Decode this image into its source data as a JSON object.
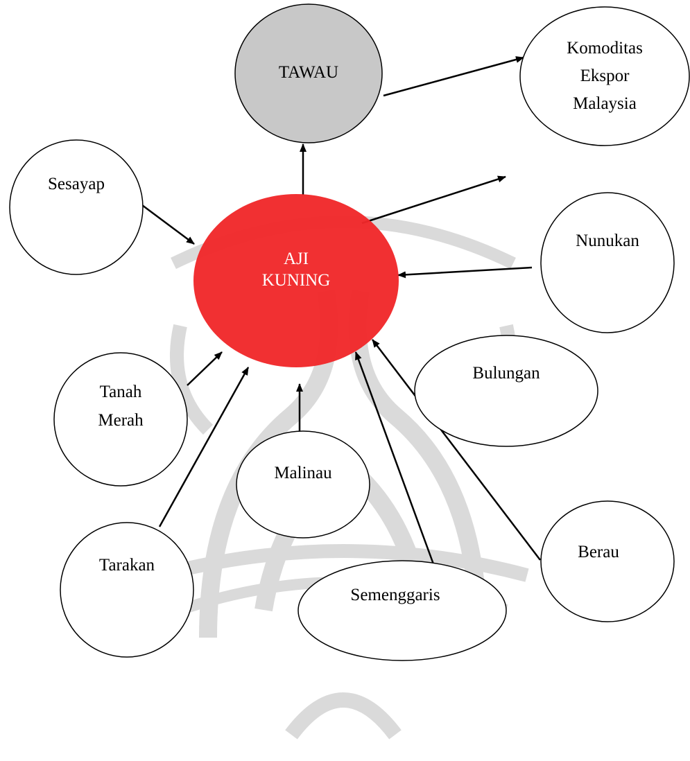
{
  "diagram": {
    "colors": {
      "center_fill": "#f0282a",
      "tawau_fill": "#c8c8c8",
      "line": "#000000",
      "watermark": "#cdcdcd"
    },
    "center": {
      "line1": "AJI",
      "line2": "KUNING"
    },
    "nodes": {
      "tawau": "TAWAU",
      "komoditas": [
        "Komoditas",
        "Ekspor",
        "Malaysia"
      ],
      "sesayap": "Sesayap",
      "nunukan": "Nunukan",
      "tanah_merah": [
        "Tanah",
        "Merah"
      ],
      "bulungan": "Bulungan",
      "malinau": "Malinau",
      "tarakan": "Tarakan",
      "berau": "Berau",
      "semenggaris": "Semenggaris"
    }
  }
}
